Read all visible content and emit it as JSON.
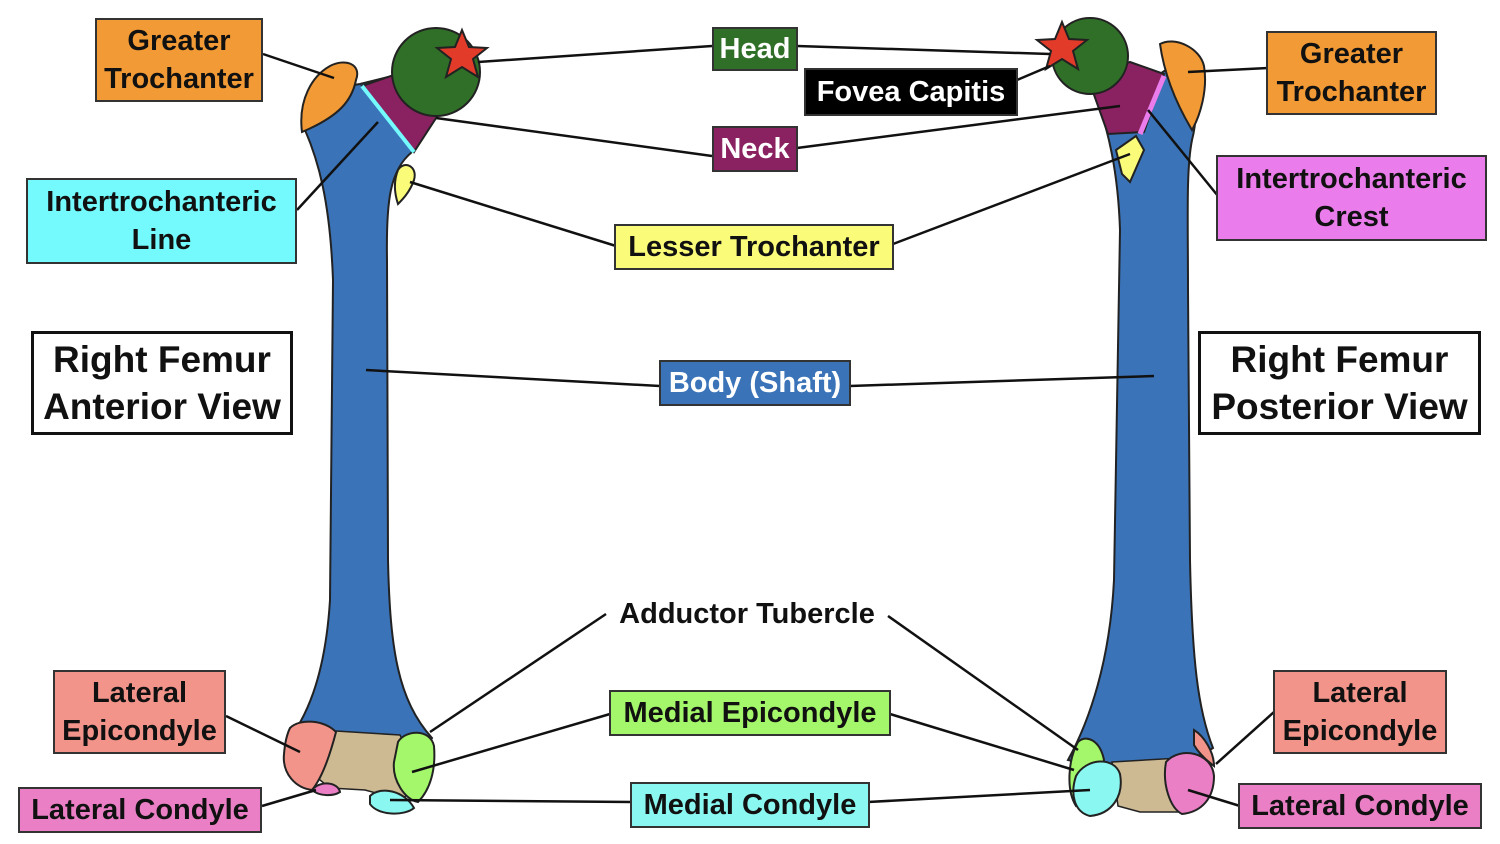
{
  "colors": {
    "head": "#2f6f27",
    "neck": "#8a2160",
    "shaft": "#3a73b8",
    "greater_trochanter": "#f29a35",
    "lesser_trochanter": "#fbfb7a",
    "intertrochanteric_line": "#74fafd",
    "intertrochanteric_crest": "#ea7deb",
    "lateral_epicondyle": "#f2948a",
    "lateral_condyle": "#ea7fc6",
    "medial_epicondyle": "#a4f76a",
    "medial_condyle": "#8af7f0",
    "fovea_star": "#e23b2a",
    "fovea_label": "#000000",
    "knee": "#cdb992"
  },
  "icons": {
    "fovea_marker": "star-icon"
  },
  "labels": {
    "head": "Head",
    "fovea_capitis": "Fovea Capitis",
    "neck": "Neck",
    "lesser_trochanter": "Lesser Trochanter",
    "body_shaft": "Body (Shaft)",
    "adductor_tubercle": "Adductor Tubercle",
    "medial_epicondyle": "Medial Epicondyle",
    "medial_condyle": "Medial Condyle",
    "left": {
      "greater_trochanter": [
        "Greater",
        "Trochanter"
      ],
      "intertrochanteric_line": [
        "Intertrochanteric",
        "Line"
      ],
      "title": [
        "Right Femur",
        "Anterior View"
      ],
      "lateral_epicondyle": [
        "Lateral",
        "Epicondyle"
      ],
      "lateral_condyle": "Lateral Condyle"
    },
    "right": {
      "greater_trochanter": [
        "Greater",
        "Trochanter"
      ],
      "intertrochanteric_crest": [
        "Intertrochanteric",
        "Crest"
      ],
      "title": [
        "Right Femur",
        "Posterior View"
      ],
      "lateral_epicondyle": [
        "Lateral",
        "Epicondyle"
      ],
      "lateral_condyle": "Lateral Condyle"
    }
  }
}
